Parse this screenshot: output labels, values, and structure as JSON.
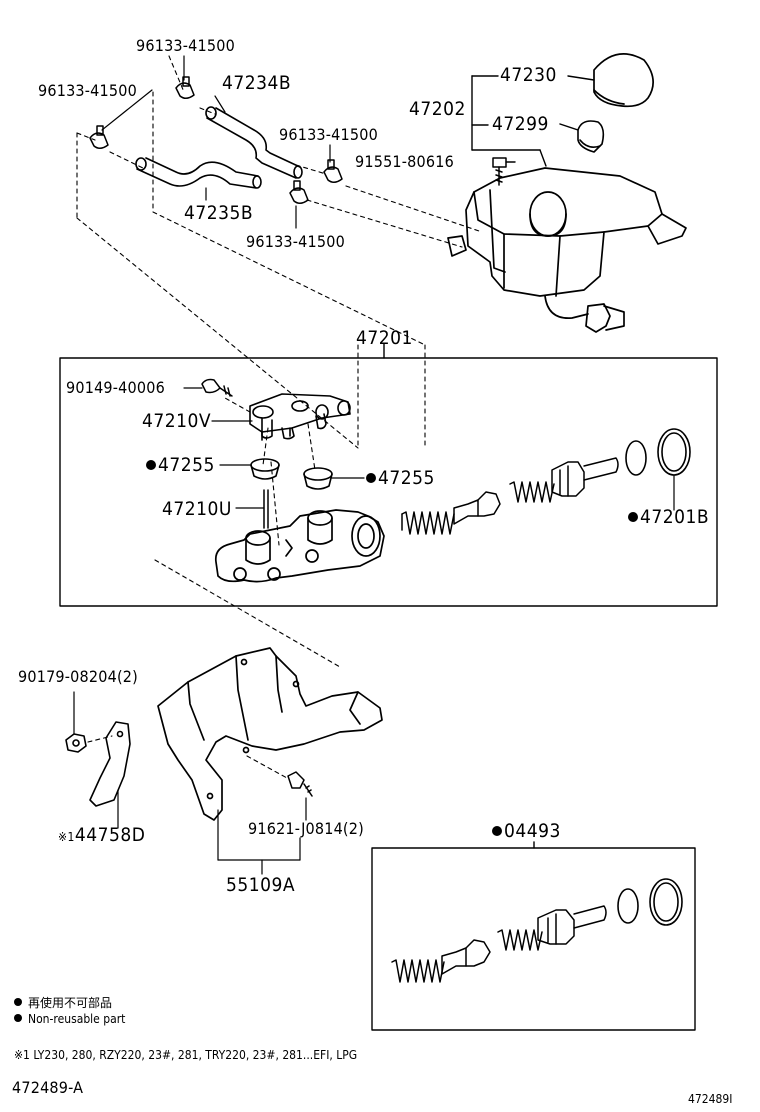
{
  "diagram": {
    "labels": {
      "clamp_top_left": "96133-41500",
      "clamp_upper": "96133-41500",
      "hose_upper": "47234B",
      "clamp_right_a": "96133-41500",
      "hose_lower": "47235B",
      "clamp_right_b": "96133-41500",
      "cap": "47230",
      "reservoir_sub": "47202",
      "strainer": "47299",
      "bolt_reservoir": "91551-80616",
      "master_cyl_assy": "47201",
      "screw": "90149-40006",
      "union": "47210V",
      "grommet_left": "47255",
      "grommet_right": "47255",
      "pin": "47210U",
      "seal_kit_ring": "47201B",
      "nut": "90179-08204(2)",
      "bracket": "44758D",
      "bracket_mark": "※1",
      "bolt_bracket": "91621-J0814(2)",
      "bracket_assy": "55109A",
      "repair_kit": "04493"
    },
    "legend": {
      "jp": "再使用不可部品",
      "en": "Non-reusable part"
    },
    "footnote": "※1 LY230, 280, RZY220, 23#, 281, TRY220, 23#, 281...EFI, LPG",
    "ref_left": "472489-A",
    "ref_right": "472489I",
    "colors": {
      "ink": "#000000",
      "paper": "#ffffff"
    }
  }
}
